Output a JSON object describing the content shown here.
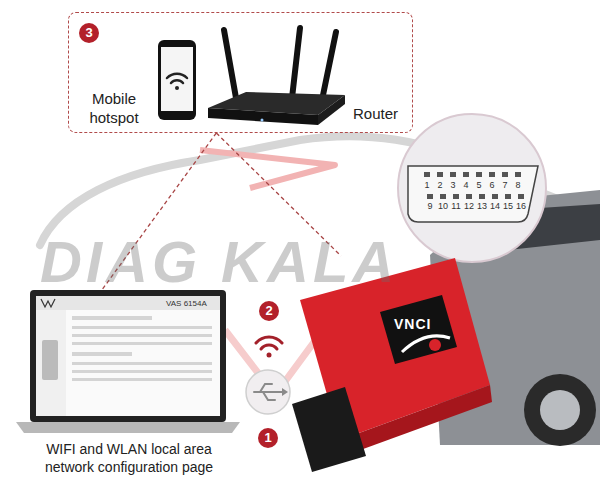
{
  "diagram": {
    "nodes": [
      {
        "text": [
          "3"
        ]
      },
      {
        "text": [
          "Mobile hotspot"
        ],
        "in": 0
      },
      {
        "text": [
          "Router"
        ],
        "in": 0
      },
      {
        "text": [
          "VAS 6154A",
          "WIFI and WLAN local area network configuration page"
        ]
      },
      {
        "text": [
          "VNCI"
        ]
      }
    ],
    "edges": [
      {
        "from": 0,
        "to": 3,
        "arrow": "none"
      },
      {
        "from": 0,
        "to": 4,
        "arrow": "none"
      }
    ],
    "labels": [
      "2",
      "1",
      "1",
      "2",
      "3",
      "4",
      "5",
      "6",
      "7",
      "8",
      "9",
      "10",
      "11",
      "12",
      "13",
      "14",
      "15",
      "16",
      "DIAG KALA"
    ]
  }
}
